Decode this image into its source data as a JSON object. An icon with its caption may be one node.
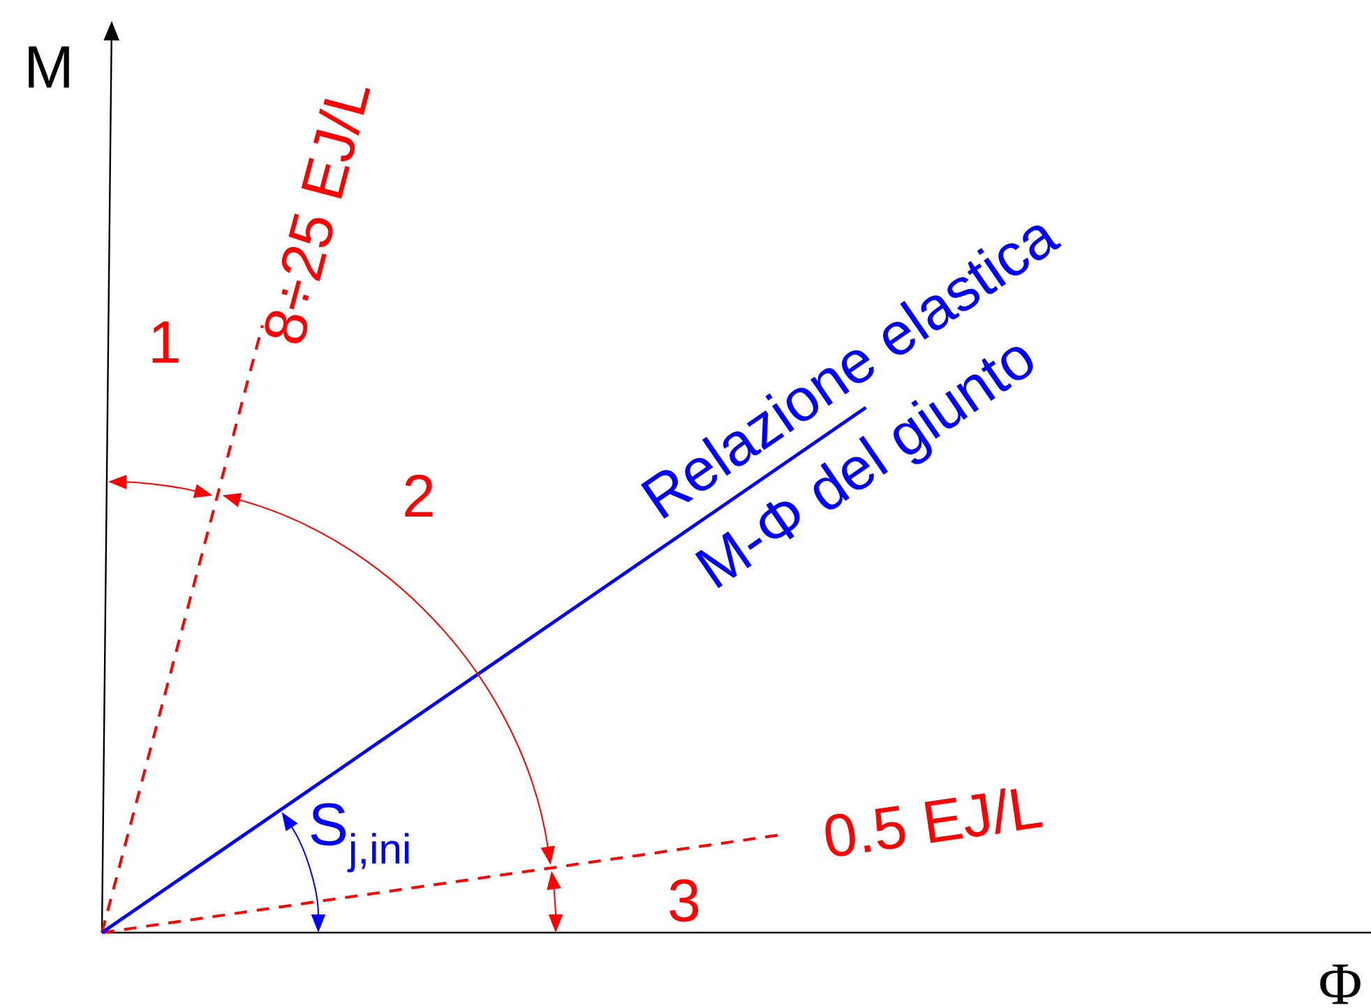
{
  "diagram": {
    "labels": [
      "M",
      "8÷25 EJ/L",
      "1",
      "Relazione elastica",
      "2",
      "M-Φ del giunto",
      "0.5 EJ/L",
      "S$_{j,ini}$",
      "3",
      "Φ"
    ]
  }
}
